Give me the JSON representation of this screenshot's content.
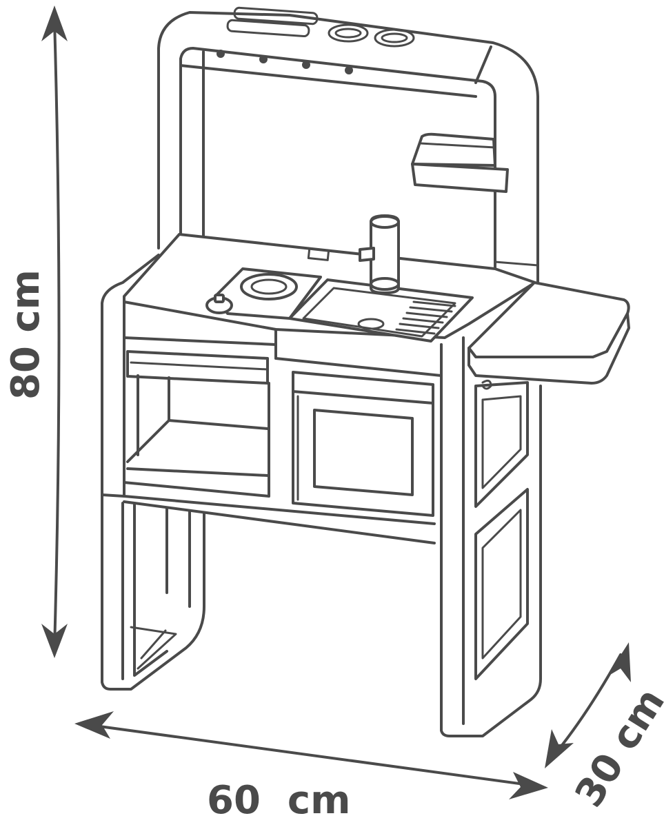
{
  "dimensions": {
    "height": "80 cm",
    "width": "60  cm",
    "depth": "30 cm"
  },
  "colors": {
    "line": "#4a4a4a",
    "background": "#ffffff"
  }
}
